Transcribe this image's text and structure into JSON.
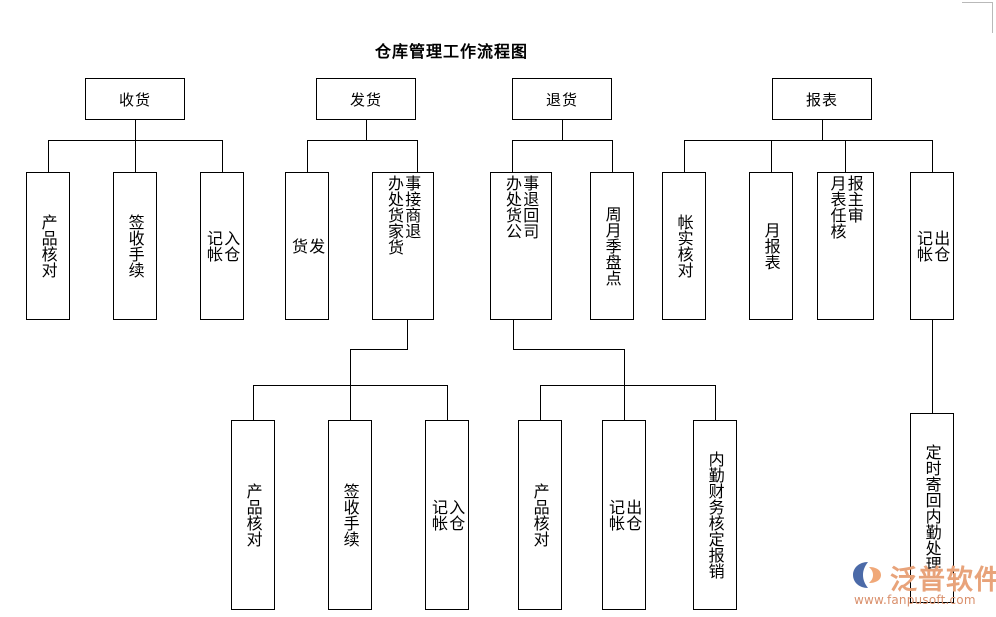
{
  "page": {
    "title": "仓库管理工作流程图",
    "background": "#ffffff",
    "ink": "#000000",
    "watermark": {
      "brand": "泛普软件",
      "url": "www.fanpusoft.com",
      "brand_color": "#e8a37a",
      "url_color": "#d98f6b",
      "logo_color_dark": "#4b6aa8",
      "logo_color_light": "#f0a878"
    }
  },
  "chart_data": {
    "type": "diagram",
    "title": "仓库管理工作流程图",
    "orientation": "top-down tree",
    "roots": [
      "收货",
      "发货",
      "退货",
      "报表"
    ]
  },
  "nodes": {
    "root_receive": "收货",
    "root_ship": "发货",
    "root_return": "退货",
    "root_report": "报表",
    "r1_product_check": "产品核对",
    "r1_signoff": "签收手续",
    "r1_instore": "入仓\n记帐",
    "s1_ship": "发\n货",
    "s1_merchant_return_right": "事接商退",
    "s1_merchant_return_left": "办处货家货",
    "t1_return_company_right": "事退回司",
    "t1_return_company_left": "办处货公",
    "t1_stocktake": "周月季盘点",
    "p1_account_check": "帐实核对",
    "p1_monthly_report": "月报表",
    "p1_supervisor_right": "报主审",
    "p1_supervisor_left": "月表任核",
    "p1_outstore": "出仓\n记帐",
    "b1_product_check": "产品核对",
    "b1_signoff": "签收手续",
    "b1_instore": "入仓\n记帐",
    "b2_product_check": "产品核对",
    "b2_outstore": "出仓\n记帐",
    "b2_finance": "内勤财务核定报销",
    "b3_mail_back": "定时寄回内勤处理"
  }
}
